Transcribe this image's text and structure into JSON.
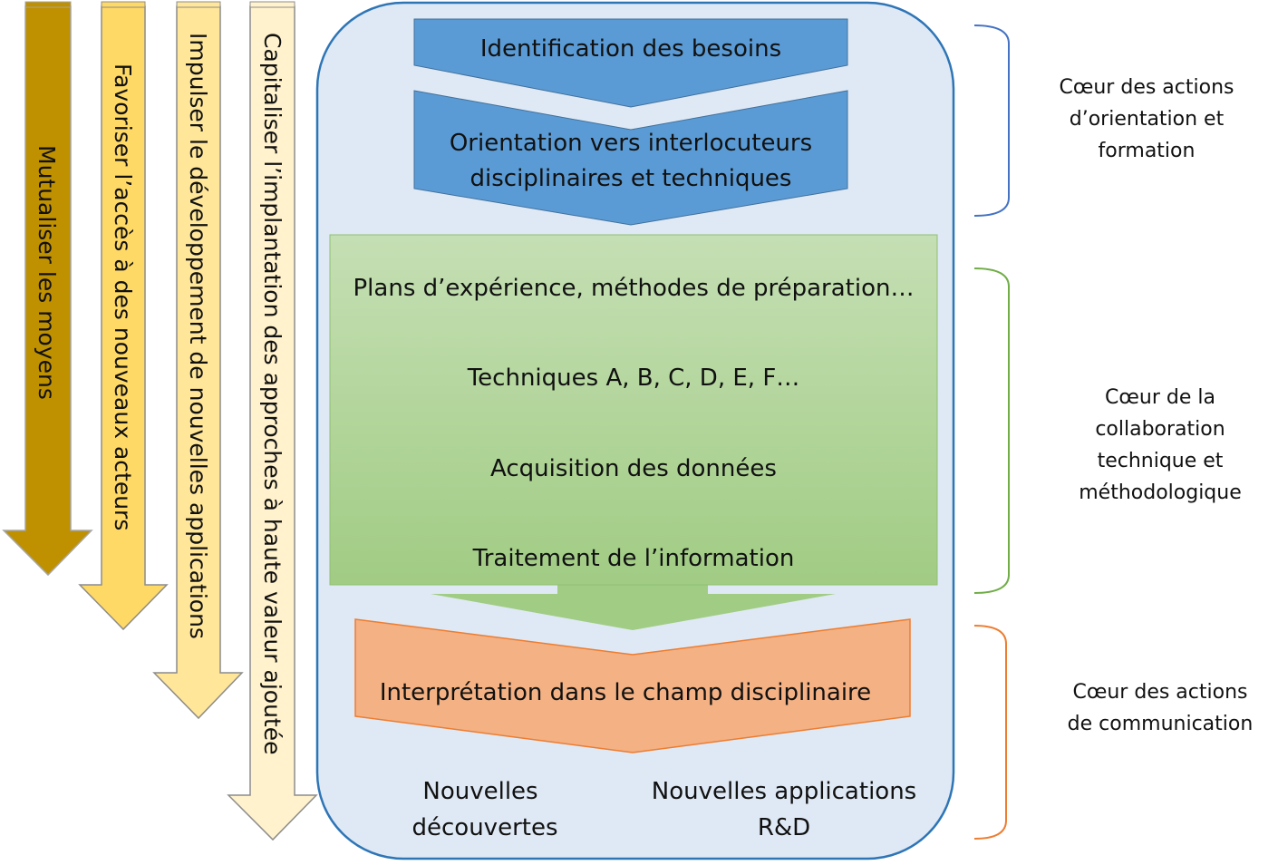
{
  "arrows": [
    {
      "label": "Mutualiser les moyens",
      "color": "#bf9000"
    },
    {
      "label": "Favoriser l’accès à des nouveaux acteurs",
      "color": "#ffd966"
    },
    {
      "label": "Impulser le développement de nouvelles applications",
      "color": "#ffe699"
    },
    {
      "label": "Capitaliser l’implantation des approches à haute valeur ajoutée",
      "color": "#fff2cc"
    }
  ],
  "flow": {
    "step1": "Identification des besoins",
    "step2_line1": "Orientation vers interlocuteurs",
    "step2_line2": "disciplinaires et techniques",
    "green_items": [
      "Plans d’expérience, méthodes de préparation…",
      "Techniques A, B, C, D, E, F…",
      "Acquisition des données",
      "Traitement de l’information"
    ],
    "interpretation": "Interprétation dans le champ disciplinaire",
    "out_left_line1": "Nouvelles",
    "out_left_line2": "découvertes",
    "out_right_line1": "Nouvelles applications",
    "out_right_line2": "R&D"
  },
  "sides": [
    {
      "lines": [
        "Cœur des actions",
        "d’orientation et",
        "formation"
      ],
      "color": "#4472c4"
    },
    {
      "lines": [
        "Cœur de la",
        "collaboration",
        "technique et",
        "méthodologique"
      ],
      "color": "#70ad47"
    },
    {
      "lines": [
        "Cœur des actions",
        "de communication"
      ],
      "color": "#ed7d31"
    }
  ],
  "colors": {
    "container_fill": "#dfe9f5",
    "container_stroke": "#2e75b6",
    "blue": "#5b9bd5",
    "blue_stroke": "#41719c",
    "green_top": "#c5dfb4",
    "green_bottom": "#a9d18e",
    "orange": "#f4b183",
    "orange_stroke": "#ed7d31"
  }
}
